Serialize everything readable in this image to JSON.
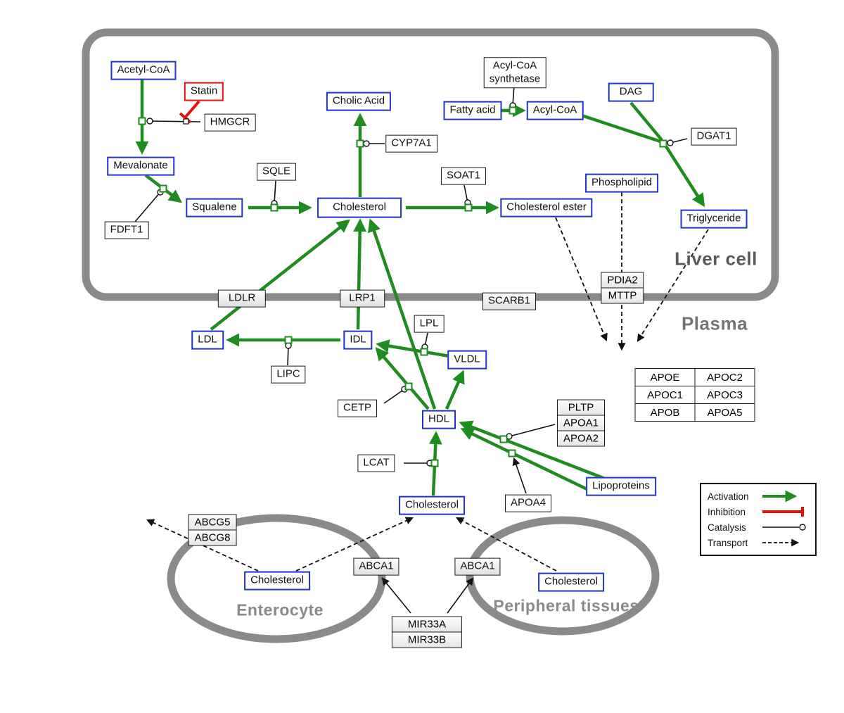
{
  "regions": {
    "liver": "Liver cell",
    "plasma": "Plasma",
    "enterocyte": "Enterocyte",
    "peripheral": "Peripheral tissues"
  },
  "nodes": {
    "acetyl_coa": "Acetyl-CoA",
    "statin": "Statin",
    "hmgcr": "HMGCR",
    "mevalonate": "Mevalonate",
    "fdft1": "FDFT1",
    "squalene": "Squalene",
    "sqle": "SQLE",
    "cholesterol_liver": "Cholesterol",
    "cholic_acid": "Cholic Acid",
    "cyp7a1": "CYP7A1",
    "soat1": "SOAT1",
    "cholesterol_ester": "Cholesterol ester",
    "fatty_acid": "Fatty acid",
    "acyl_coa": "Acyl-CoA",
    "dag": "DAG",
    "dgat1": "DGAT1",
    "phospholipid": "Phospholipid",
    "triglyceride": "Triglyceride",
    "ldlr": "LDLR",
    "lrp1": "LRP1",
    "scarb1": "SCARB1",
    "pdia2": "PDIA2",
    "mttp": "MTTP",
    "ldl": "LDL",
    "idl": "IDL",
    "vldl": "VLDL",
    "lpl": "LPL",
    "lipc": "LIPC",
    "cetp": "CETP",
    "hdl": "HDL",
    "lcat": "LCAT",
    "pltp": "PLTP",
    "apoa1": "APOA1",
    "apoa2": "APOA2",
    "apoa4": "APOA4",
    "lipoproteins": "Lipoproteins",
    "cholesterol_plasma": "Cholesterol",
    "abcg5": "ABCG5",
    "abcg8": "ABCG8",
    "cholesterol_enterocyte": "Cholesterol",
    "abca1_enterocyte": "ABCA1",
    "abca1_peripheral": "ABCA1",
    "cholesterol_peripheral": "Cholesterol",
    "mir33a": "MIR33A",
    "mir33b": "MIR33B"
  },
  "acyl_coa_synthetase": {
    "line1": "Acyl-CoA",
    "line2": "synthetase"
  },
  "apo_table": {
    "rows": [
      [
        "APOE",
        "APOC2"
      ],
      [
        "APOC1",
        "APOC3"
      ],
      [
        "APOB",
        "APOA5"
      ]
    ]
  },
  "legend": {
    "activation": "Activation",
    "inhibition": "Inhibition",
    "catalysis": "Catalysis",
    "transport": "Transport"
  },
  "colors": {
    "activation_green": "#1e8c1e",
    "inhibition_red": "#e80f0f",
    "metabolite_blue": "#2233cc",
    "membrane_gray": "#8a8a8a"
  }
}
